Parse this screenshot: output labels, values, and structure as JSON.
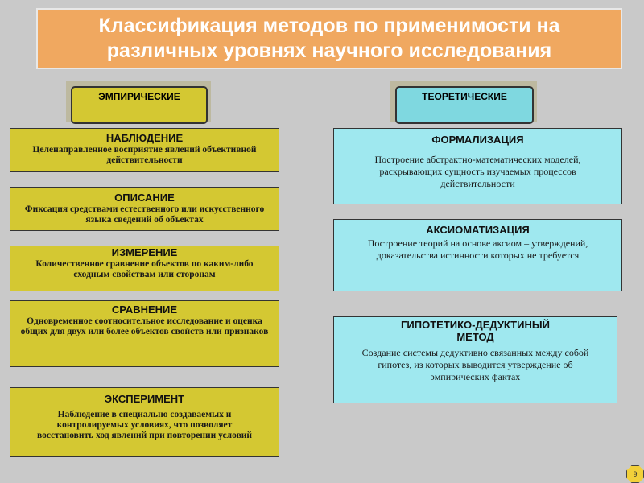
{
  "title": "Классификация методов по применимости на различных уровнях научного исследования",
  "empirical": {
    "label": "ЭМПИРИЧЕСКИЕ",
    "items": [
      {
        "heading": "НАБЛЮДЕНИЕ",
        "text": "Целенаправленное восприятие явлений объективной действительности"
      },
      {
        "heading": "ОПИСАНИЕ",
        "text": "Фиксация средствами естественного или искусственного языка сведений об объектах"
      },
      {
        "heading": "ИЗМЕРЕНИЕ",
        "text": "Количественное сравнение объектов по каким-либо сходным свойствам или сторонам"
      },
      {
        "heading": "СРАВНЕНИЕ",
        "text": "Одновременное соотносительное исследование и оценка общих для двух или более объектов свойств или признаков"
      },
      {
        "heading": "ЭКСПЕРИМЕНТ",
        "text": "Наблюдение в специально создаваемых и контролируемых условиях, что позволяет восстановить ход явлений при повторении условий"
      }
    ]
  },
  "theoretical": {
    "label": "ТЕОРЕТИЧЕСКИЕ",
    "items": [
      {
        "heading": "ФОРМАЛИЗАЦИЯ",
        "text": "Построение абстрактно-математических моделей, раскрывающих сущность изучаемых процессов действительности"
      },
      {
        "heading": "АКСИОМАТИЗАЦИЯ",
        "text": "Построение теорий на основе аксиом – утверждений, доказательства истинности которых не требуется"
      },
      {
        "heading": "ГИПОТЕТИКО-ДЕДУКТИНЫЙ МЕТОД",
        "text": "Создание системы дедуктивно связанных между собой гипотез, из которых выводится утверждение об эмпирических фактах"
      }
    ]
  },
  "nav": {
    "label": "9"
  }
}
